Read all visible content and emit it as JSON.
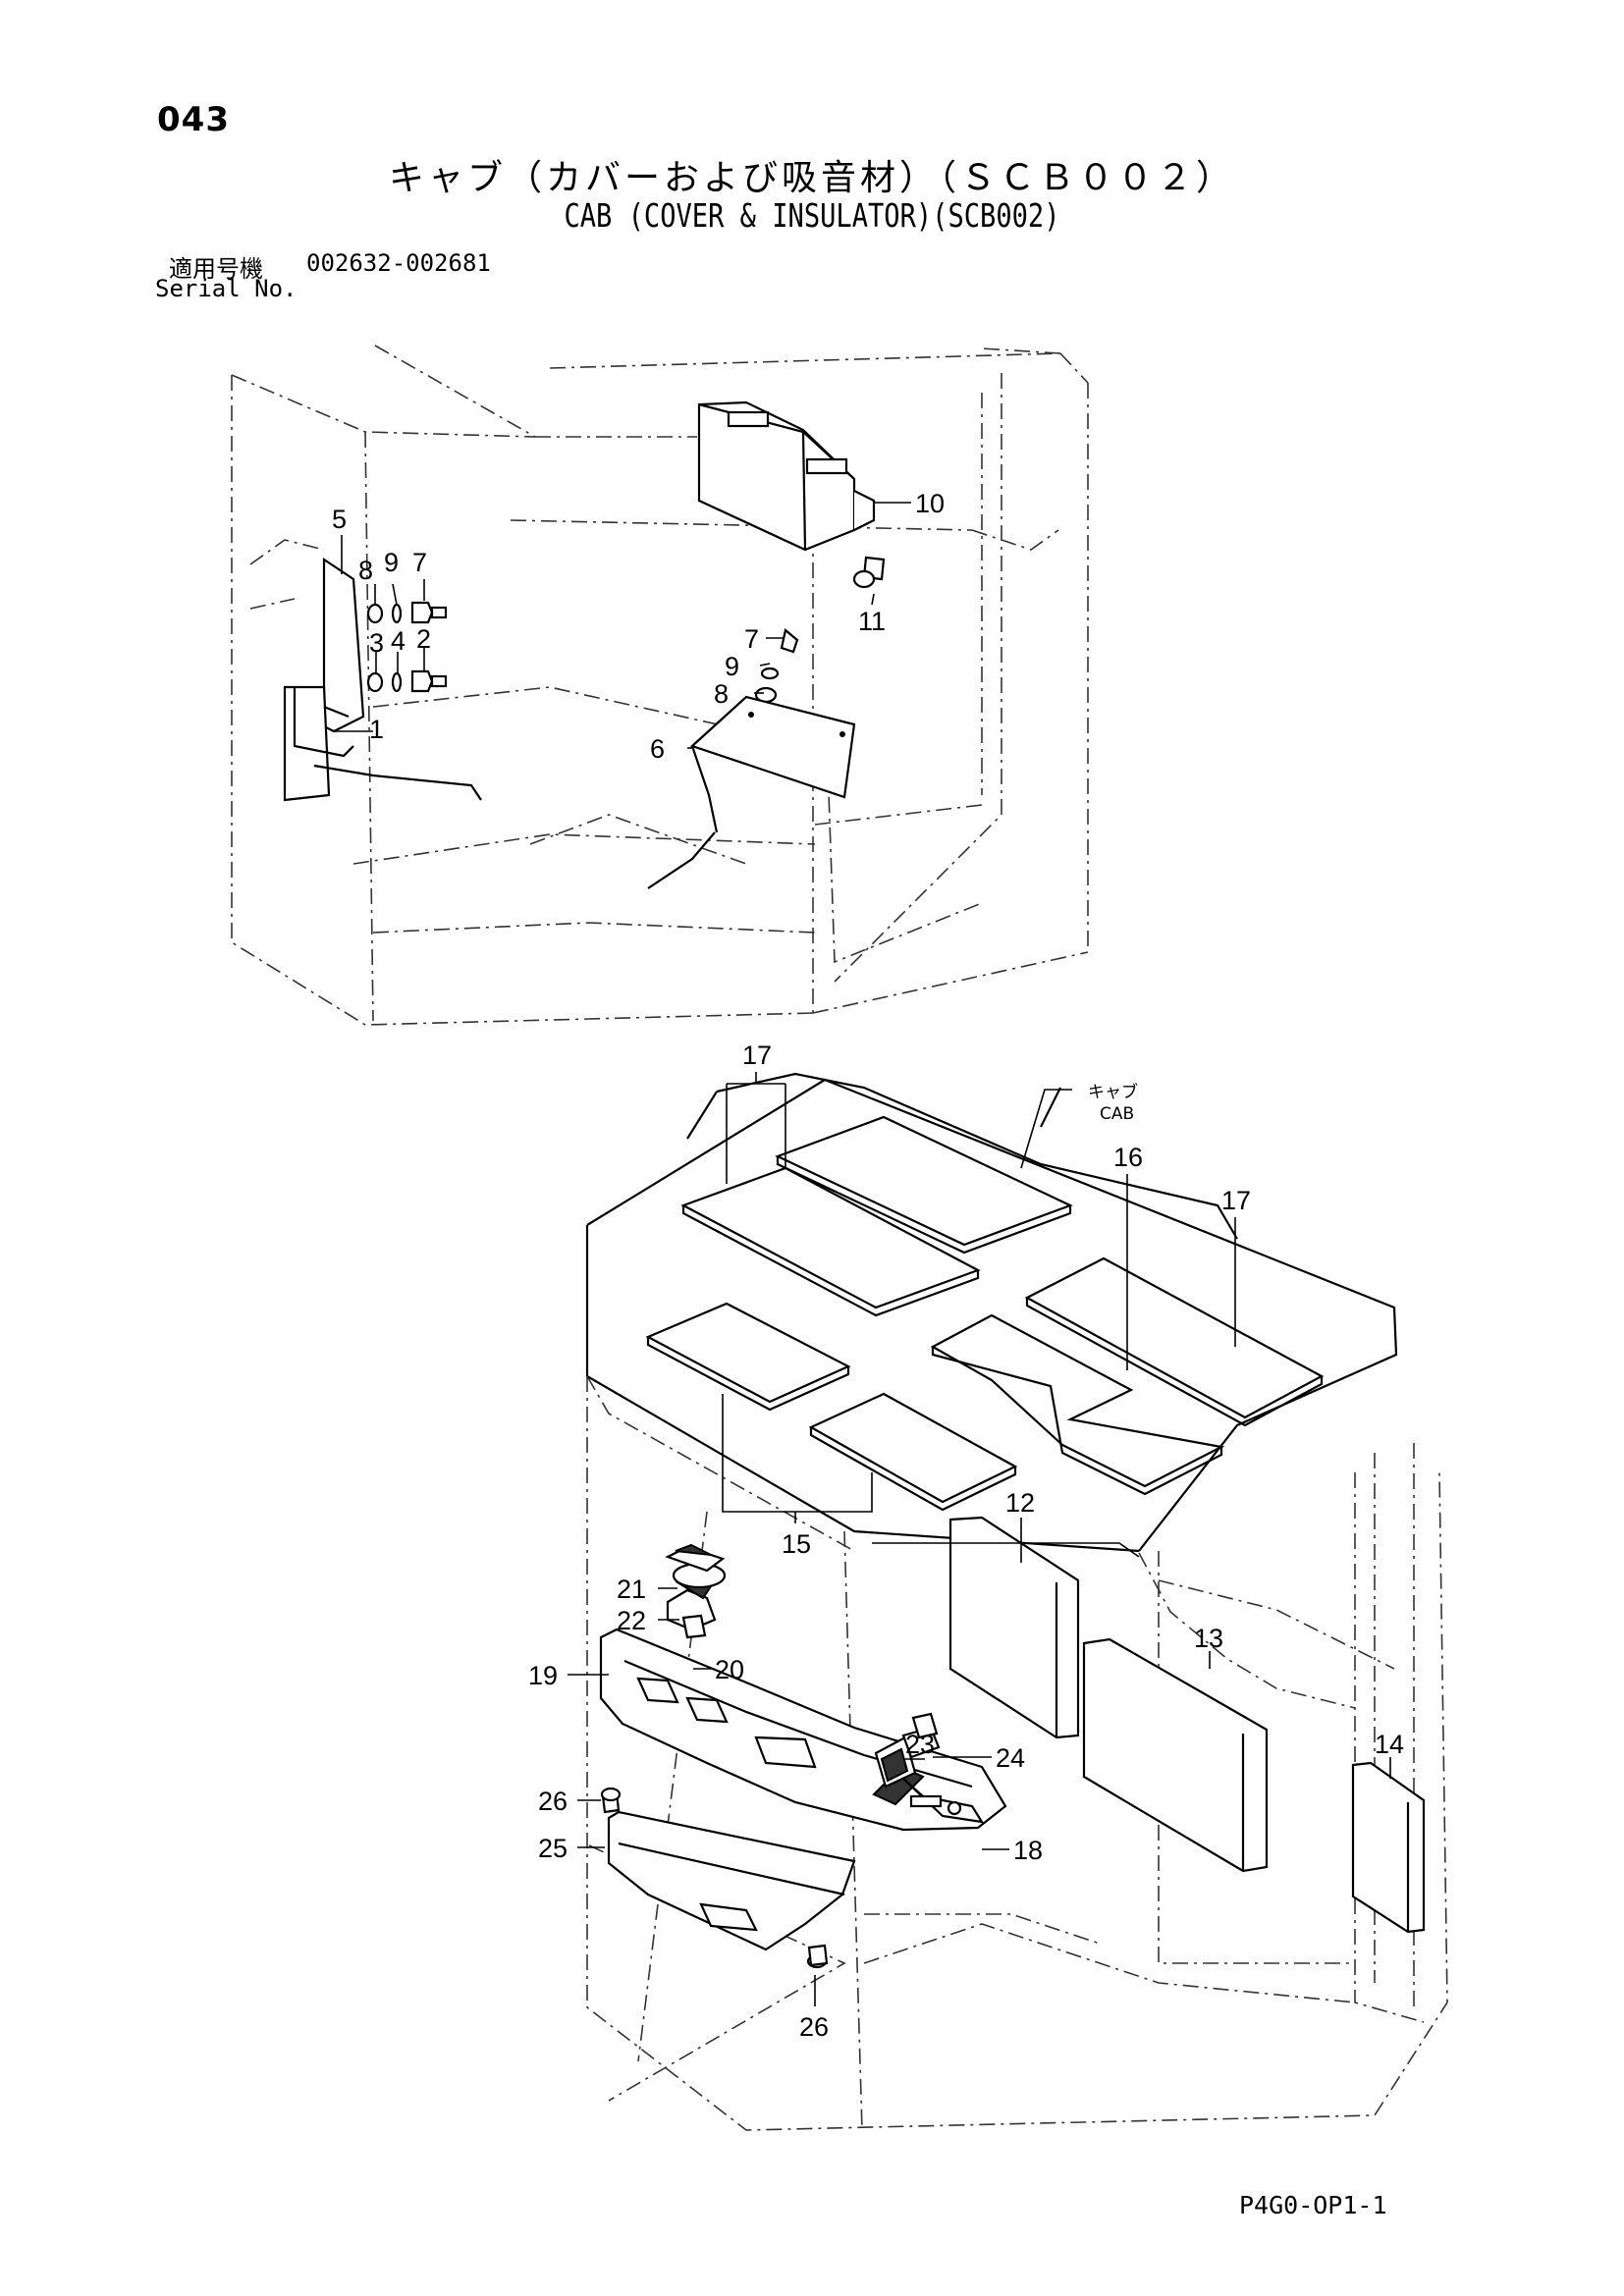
{
  "page": {
    "number": "043",
    "title_jp": "キャブ（カバーおよび吸音材）（ＳＣＢ００２）",
    "title_en": "CAB (COVER & INSULATOR)(SCB002)",
    "serial_label_jp": "適用号機",
    "serial_range": "002632-002681",
    "serial_label_en": "Serial No.",
    "footer_code": "P4G0-OP1-1"
  },
  "diagram": {
    "cab_label_jp": "キャブ",
    "cab_label_en": "CAB",
    "upper_callouts": [
      "5",
      "8",
      "9",
      "7",
      "3",
      "4",
      "2",
      "1",
      "10",
      "11",
      "7",
      "9",
      "8",
      "6"
    ],
    "lower_callouts": [
      "17",
      "16",
      "17",
      "12",
      "15",
      "13",
      "14",
      "21",
      "22",
      "20",
      "19",
      "23",
      "24",
      "18",
      "26",
      "25",
      "26"
    ]
  }
}
